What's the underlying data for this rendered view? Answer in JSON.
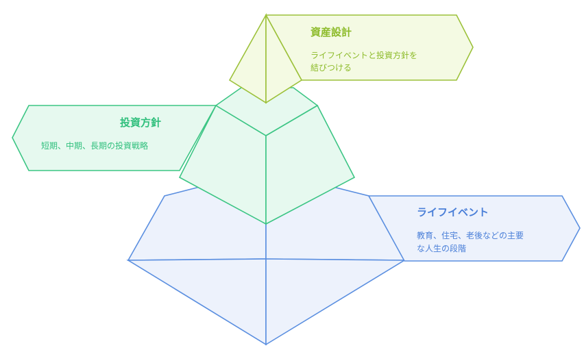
{
  "layers": [
    {
      "key": "top",
      "title": "資産設計",
      "desc": [
        "ライフイベントと投資方針を",
        "結びつける"
      ],
      "stroke": "#9cc13a",
      "fill": "#f4fae3",
      "title_color": "#8dbb2a",
      "text_color": "#8dbb2a"
    },
    {
      "key": "middle",
      "title": "投資方針",
      "desc": [
        "短期、中期、長期の投資戦略"
      ],
      "stroke": "#3cc584",
      "fill": "#e6f9ef",
      "title_color": "#2fbf7c",
      "text_color": "#2fbf7c"
    },
    {
      "key": "bottom",
      "title": "ライフイベント",
      "desc": [
        "教育、住宅、老後などの主要",
        "な人生の段階"
      ],
      "stroke": "#5b8fe0",
      "fill": "#edf2fc",
      "title_color": "#4a7fd8",
      "text_color": "#4a7fd8"
    }
  ]
}
